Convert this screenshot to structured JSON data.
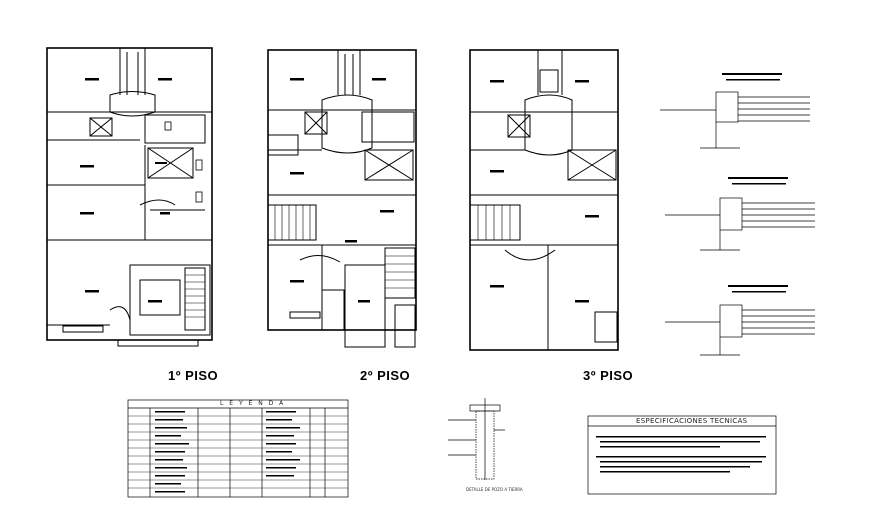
{
  "floors": [
    {
      "title": "1º PISO"
    },
    {
      "title": "2º PISO"
    },
    {
      "title": "3º PISO"
    }
  ],
  "legend": {
    "title": "L E Y E N D A"
  },
  "specifications": {
    "title": "ESPECIFICACIONES   TECNICAS"
  },
  "detail": {
    "caption": "DETALLE DE POZO A TIERRA"
  },
  "colors": {
    "line": "#000000",
    "background": "#ffffff"
  }
}
